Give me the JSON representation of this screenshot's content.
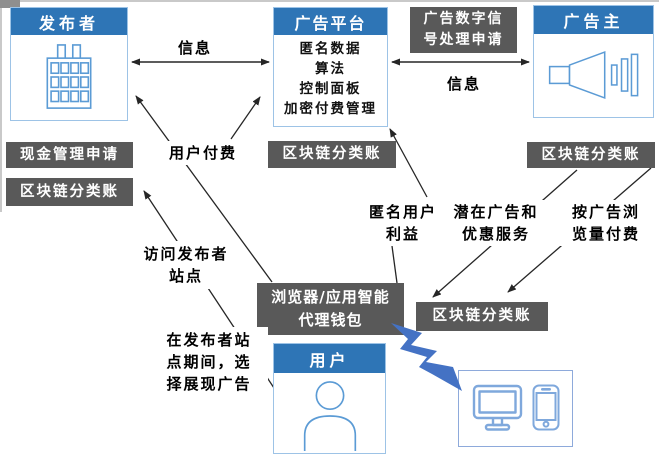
{
  "diagram": {
    "publisher": {
      "title": "发布者",
      "icon": "building-icon"
    },
    "ad_platform": {
      "title": "广告平台",
      "features": [
        "匿名数据",
        "算法",
        "控制面板",
        "加密付费管理"
      ],
      "features_text": "匿名数据\n算法\n控制面板\n加密付费管理"
    },
    "advertiser": {
      "title": "广告主",
      "icon": "megaphone-icon"
    },
    "user": {
      "title": "用户",
      "icon": "person-icon"
    },
    "wallet": {
      "label": "浏览器/应用智能\n代理钱包"
    },
    "devices": {
      "icons": [
        "monitor-icon",
        "smartphone-icon"
      ]
    },
    "dark_labels": {
      "dsp_request": "广告数字信\n号处理申请",
      "cash_request": "现金管理申请",
      "ledger_publisher": "区块链分类账",
      "ledger_platform": "区块链分类账",
      "ledger_advertiser": "区块链分类账",
      "ledger_user": "区块链分类账"
    },
    "edge_labels": {
      "info_publisher_platform": "信息",
      "info_platform_advertiser": "信息",
      "user_pays": "用户付费",
      "anonymous_user_benefit": "匿名用户\n利益",
      "potential_ads_offers": "潜在广告和\n优惠服务",
      "pay_per_ad_view": "按广告浏\n览量付费",
      "visit_publisher_site": "访问发布者\n站点",
      "choose_ads_on_site": "在发布者站\n点期间，选\n择展现广告"
    },
    "colors": {
      "header_blue": "#2E75B6",
      "box_border_blue": "#9DC3E6",
      "icon_blue": "#5B9BD5",
      "device_icon_blue": "#7FA8DC",
      "dark_gray": "#595959",
      "lightning_blue": "#4472C4",
      "line_black": "#262626"
    }
  }
}
